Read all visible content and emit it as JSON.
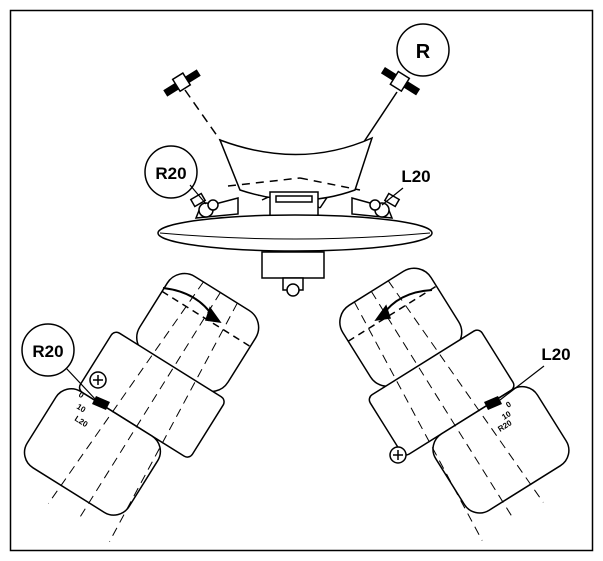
{
  "labels": {
    "top_right_circle": "R",
    "top_left_text": "R20",
    "top_right_text": "L20",
    "bottom_left_circle": "R20",
    "bottom_right_text": "L20"
  },
  "scale_marks": {
    "left": [
      "0",
      "10",
      "L20"
    ],
    "right": [
      "0",
      "10",
      "R20"
    ]
  },
  "colors": {
    "line": "#000000",
    "fill": "#ffffff",
    "frame": "#000000"
  }
}
